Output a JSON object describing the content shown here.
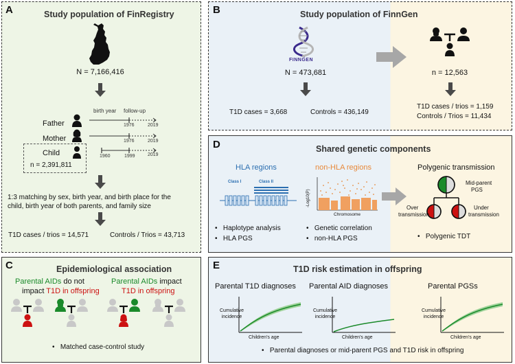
{
  "panelA": {
    "label": "A",
    "title": "Study population of FinRegistry",
    "n_total": "N = 7,166,416",
    "father": "Father",
    "mother": "Mother",
    "child": "Child",
    "child_n": "n = 2,391,811",
    "birth_year": "birth year",
    "follow_up": "follow-up",
    "y1976a": "1976",
    "y2019a": "2019",
    "y1976b": "1976",
    "y2019b": "2019",
    "y1960": "1960",
    "y1999": "1999",
    "y2019c": "2019",
    "matching_line1": "1:3 matching by sex, birth year, and birth place for the",
    "matching_line2": "child, birth year of both parents, and family size",
    "cases": "T1D cases / trios = 14,571",
    "controls": "Controls / Trios = 43,713"
  },
  "panelB": {
    "label": "B",
    "title": "Study population of FinnGen",
    "logo_text": "FINNGEN",
    "n_total": "N = 473,681",
    "cases": "T1D cases = 3,668",
    "controls": "Controls = 436,149",
    "n_trios": "n = 12,563",
    "trio_cases": "T1D cases / trios = 1,159",
    "trio_controls": "Controls / Trios = 11,434"
  },
  "panelD": {
    "label": "D",
    "title": "Shared genetic components",
    "hla_title": "HLA regions",
    "nonhla_title": "non-HLA regions",
    "class1": "Class I",
    "class2": "Class II",
    "ylabel": "-Log10(P)",
    "xlabel": "Chromosome",
    "hla_b1": "Haplotype analysis",
    "hla_b2": "HLA PGS",
    "nh_b1": "Genetic correlation",
    "nh_b2": "non-HLA PGS",
    "poly_title": "Polygenic transmission",
    "midparent1": "Mid-parent",
    "midparent2": "PGS",
    "over1": "Over",
    "over2": "transmission",
    "under1": "Under",
    "under2": "transmission",
    "poly_b1": "Polygenic TDT"
  },
  "panelC": {
    "label": "C",
    "title": "Epidemiological association",
    "left_l1a": "Parental AIDs",
    "left_l1b": " do not",
    "left_l2a": "impact ",
    "left_l2b": "T1D in offspring",
    "right_l1a": "Parental AIDs",
    "right_l1b": " impact",
    "right_l2": "T1D in offspring",
    "bullet": "Matched case-control study"
  },
  "panelE": {
    "label": "E",
    "title": "T1D risk estimation in offspring",
    "sub1": "Parental T1D diagnoses",
    "sub2": "Parental AID diagnoses",
    "sub3": "Parental PGSs",
    "ylab1": "Cumulative",
    "ylab2": "incidence",
    "xlab": "Children's age",
    "bullet": "Parental diagnoses or mid-parent PGS and T1D risk in offspring"
  },
  "colors": {
    "green_bg": "#eef5e6",
    "blue_bg": "#eaf1f7",
    "cream_bg": "#fcf5e2",
    "green": "#1a8a2a",
    "red": "#cc1111",
    "orange": "#e8893a",
    "arrow": "#4a4a4a"
  }
}
